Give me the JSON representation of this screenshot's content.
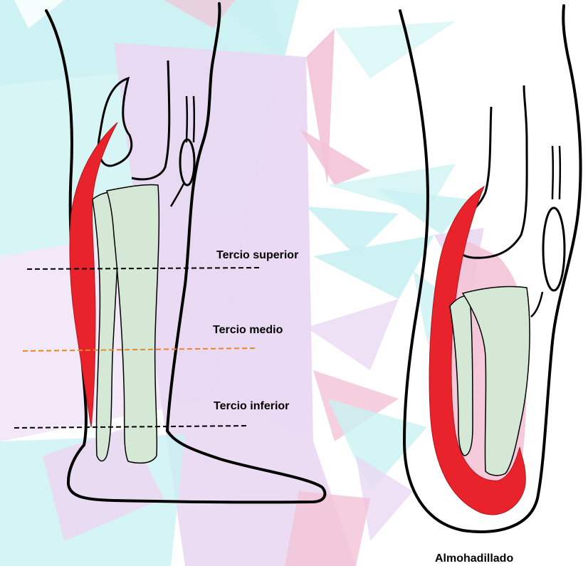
{
  "labels": {
    "upper_third": "Tercio superior",
    "middle_third": "Tercio medio",
    "lower_third": "Tercio inferior",
    "padding": "Almohadillado"
  },
  "colors": {
    "muscle_red": "#e8232b",
    "bone_green": "#d5e8d6",
    "outline": "#000000",
    "dash_black": "#000000",
    "dash_orange": "#e8862b",
    "bg_cyan": "#c9f1f2",
    "bg_lavender": "#ead8f2",
    "bg_pink": "#f3c3d6",
    "bg_white": "#ffffff"
  },
  "icons": {
    "left_figure": "leg-lateral-view-icon",
    "right_figure": "amputation-stump-padding-icon"
  }
}
